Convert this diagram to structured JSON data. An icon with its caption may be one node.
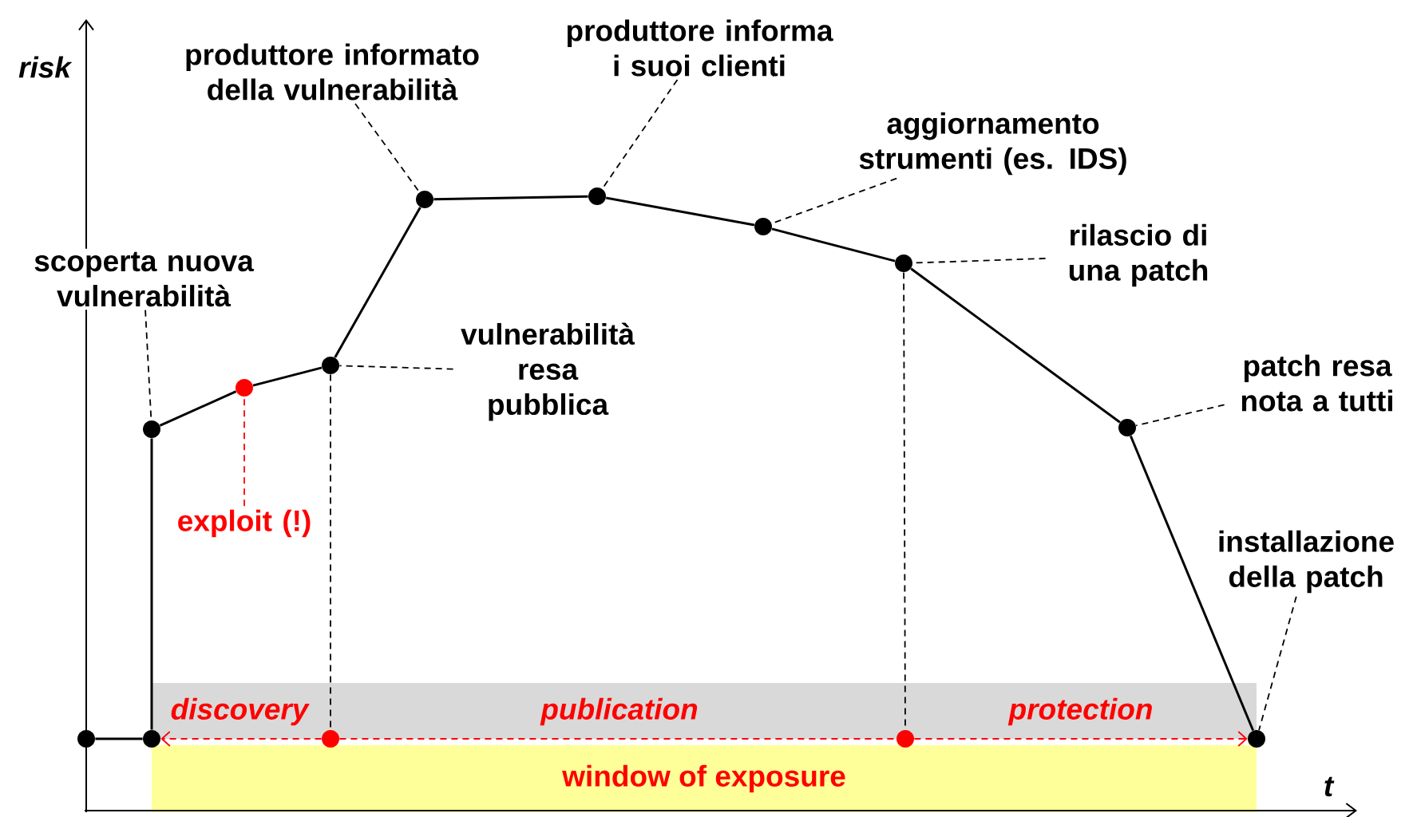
{
  "diagram": {
    "nodes": [
      {
        "text": [
          "produttore informato della vulnerabilità"
        ]
      },
      {
        "text": [
          "produttore informa i suoi clienti"
        ]
      },
      {
        "text": [
          "aggiornamento strumenti (es. IDS)"
        ]
      },
      {
        "text": [
          "rilascio di una patch"
        ]
      },
      {
        "text": [
          "scoperta nuova vulnerabilità"
        ]
      },
      {
        "text": [
          "vulnerabilità resa pubblica"
        ]
      },
      {
        "text": [
          "patch resa nota a tutti"
        ]
      },
      {
        "text": [
          "exploit (!)"
        ]
      },
      {
        "text": [
          "installazione della patch"
        ]
      },
      {
        "text": [
          "window of exposure"
        ]
      },
      {
        "text": [],
        "shape": "circle"
      },
      {
        "text": [],
        "shape": "circle"
      },
      {
        "text": [],
        "shape": "circle"
      },
      {
        "text": [],
        "shape": "circle"
      },
      {
        "text": [],
        "shape": "circle"
      },
      {
        "text": [],
        "shape": "circle"
      },
      {
        "text": [],
        "shape": "circle"
      },
      {
        "text": [],
        "shape": "circle"
      },
      {
        "text": [],
        "shape": "circle"
      },
      {
        "text": [],
        "shape": "circle"
      },
      {
        "text": [],
        "shape": "circle"
      },
      {
        "text": [],
        "shape": "circle"
      },
      {
        "text": [],
        "shape": "circle"
      }
    ],
    "edges": [
      {
        "from": 18,
        "to": 19,
        "arrow": "none"
      },
      {
        "from": 19,
        "to": 14,
        "arrow": "none"
      },
      {
        "from": 14,
        "to": 15,
        "arrow": "none"
      },
      {
        "from": 15,
        "to": 16,
        "arrow": "none"
      },
      {
        "from": 16,
        "to": 10,
        "arrow": "none"
      },
      {
        "from": 10,
        "to": 11,
        "arrow": "none"
      },
      {
        "from": 11,
        "to": 12,
        "arrow": "none"
      },
      {
        "from": 12,
        "to": 13,
        "arrow": "none"
      },
      {
        "from": 13,
        "to": 17,
        "arrow": "none"
      },
      {
        "from": 17,
        "to": 22,
        "arrow": "none"
      },
      {
        "from": 4,
        "to": 14,
        "arrow": "none",
        "style": "dashed"
      },
      {
        "from": 7,
        "to": 15,
        "arrow": "none",
        "style": "dashed",
        "color": "#ff0000"
      },
      {
        "from": 5,
        "to": 16,
        "arrow": "none",
        "style": "dashed"
      },
      {
        "from": 0,
        "to": 10,
        "arrow": "none",
        "style": "dashed"
      },
      {
        "from": 1,
        "to": 11,
        "arrow": "none",
        "style": "dashed"
      },
      {
        "from": 2,
        "to": 12,
        "arrow": "none",
        "style": "dashed"
      },
      {
        "from": 3,
        "to": 13,
        "arrow": "none",
        "style": "dashed"
      },
      {
        "from": 6,
        "to": 17,
        "arrow": "none",
        "style": "dashed"
      },
      {
        "from": 8,
        "to": 22,
        "arrow": "none",
        "style": "dashed"
      },
      {
        "from": 16,
        "to": 20,
        "arrow": "none",
        "style": "dashed"
      },
      {
        "from": 13,
        "to": 21,
        "arrow": "none",
        "style": "dashed"
      },
      {
        "from": 20,
        "to": 19,
        "arrow": "to",
        "style": "dashed",
        "color": "#ff0000"
      },
      {
        "from": 20,
        "to": 21,
        "arrow": "none",
        "style": "dashed",
        "color": "#ff0000"
      },
      {
        "from": 21,
        "to": 22,
        "arrow": "to",
        "style": "dashed",
        "color": "#ff0000"
      }
    ],
    "labels": [
      "risk",
      "discovery",
      "publication",
      "protection",
      "t"
    ]
  }
}
